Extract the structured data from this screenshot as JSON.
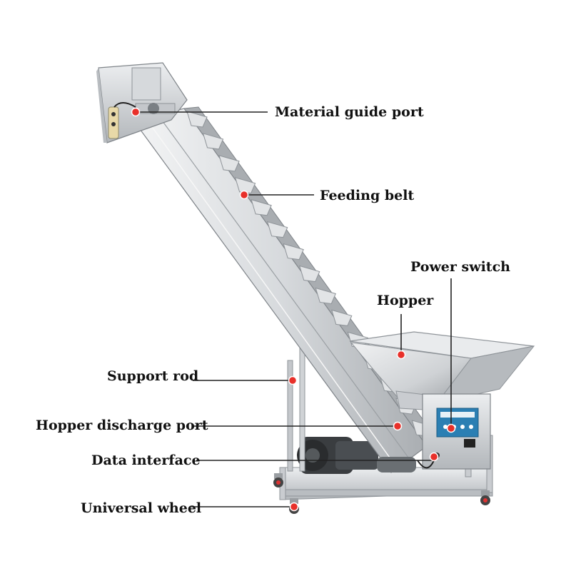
{
  "colors": {
    "background": "#ffffff",
    "marker": "#e8302a",
    "leader_line": "#222222",
    "text": "#111111",
    "steel_light": "#e4e6e8",
    "steel_mid": "#c4c7cb",
    "steel_dark": "#8f9499",
    "panel_blue": "#2b7fb3"
  },
  "labels": {
    "material_guide_port": "Material guide port",
    "feeding_belt": "Feeding belt",
    "power_switch": "Power switch",
    "hopper": "Hopper",
    "support_rod": "Support rod",
    "hopper_discharge_port": "Hopper discharge port",
    "data_interface": "Data interface",
    "universal_wheel": "Universal wheel"
  }
}
